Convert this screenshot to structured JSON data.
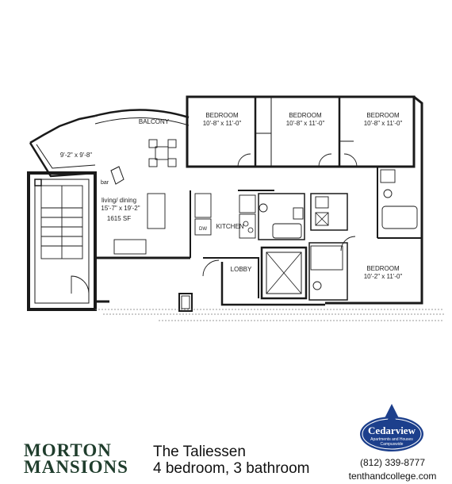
{
  "rooms": {
    "balcony": "BALCONY",
    "balcony_dim": "9'-2\" x 9'-8\"",
    "bedroom1": "BEDROOM",
    "bedroom1_dim": "10'-8\" x 11'-0\"",
    "bedroom2": "BEDROOM",
    "bedroom2_dim": "10'-8\" x 11'-0\"",
    "bedroom3": "BEDROOM",
    "bedroom3_dim": "10'-8\" x 11'-0\"",
    "bedroom4": "BEDROOM",
    "bedroom4_dim": "10'-2\" x 11'-0\"",
    "living": "living/ dining",
    "living_dim": "15'-7\" x 19'-2\"",
    "area": "1615 SF",
    "bar": "bar",
    "kitchen": "KITCHEN",
    "lobby": "LOBBY",
    "dw": "DW"
  },
  "footer": {
    "brand_line1": "MORTON",
    "brand_line2": "MANSIONS",
    "unit_name": "The Taliessen",
    "unit_desc": "4 bedroom, 3 bathroom",
    "logo_name": "Cedarview",
    "logo_tagline1": "Apartments and Houses",
    "logo_tagline2": "Campuswide",
    "phone": "(812) 339-8777",
    "website": "tenthandcollege.com"
  },
  "colors": {
    "brand_green": "#1f3d2c",
    "logo_blue": "#1c3f8c",
    "wall": "#1a1a1a"
  }
}
